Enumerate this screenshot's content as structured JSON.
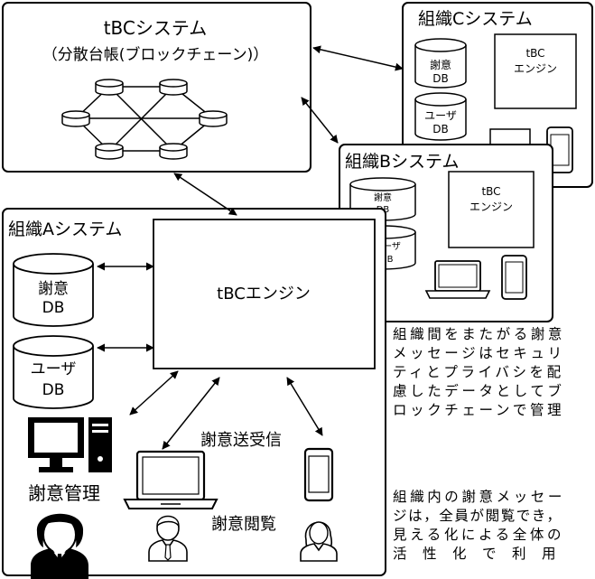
{
  "tbc_system": {
    "title": "tBCシステム",
    "subtitle": "（分散台帳(ブロックチェーン)）"
  },
  "org_c": {
    "title": "組織Cシステム",
    "consent_db": [
      "謝意",
      "DB"
    ],
    "user_db": [
      "ユーザ",
      "DB"
    ],
    "engine": [
      "tBC",
      "エンジン"
    ]
  },
  "org_b": {
    "title": "組織Bシステム",
    "consent_db": [
      "謝意",
      "DB"
    ],
    "user_db": [
      "ーザ",
      "B"
    ],
    "engine": [
      "tBC",
      "エンジン"
    ]
  },
  "org_a": {
    "title": "組織Aシステム",
    "consent_db": [
      "謝意",
      "DB"
    ],
    "user_db": [
      "ユーザ",
      "DB"
    ],
    "engine": "tBCエンジン",
    "label_manage": "謝意管理",
    "label_send": "謝意送受信",
    "label_view": "謝意閲覧"
  },
  "captions": {
    "inter_org": [
      "組織間をまたがる謝意",
      "メッセージはセキュリ",
      "ティとプライバシを配",
      "慮したデータとしてブ",
      "ロックチェーンで管理"
    ],
    "intra_org": [
      "組織内の謝意メッセー",
      "ジは，全員が閲覧でき，",
      "見える化による全体の",
      "活　性　化　で　利　用"
    ]
  }
}
